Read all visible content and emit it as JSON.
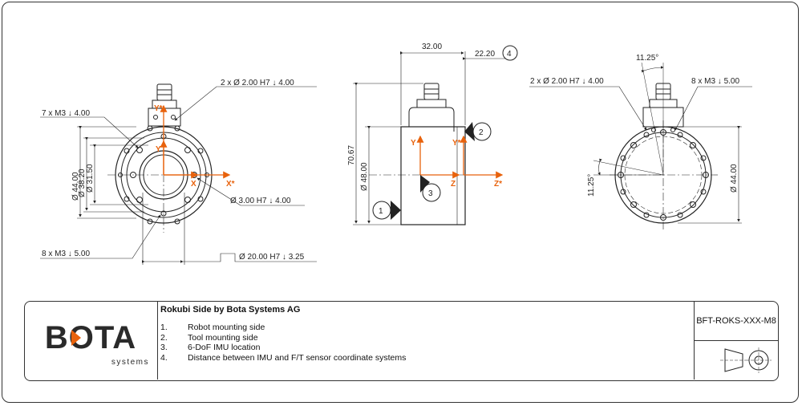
{
  "views": {
    "left": {
      "callouts": {
        "pin_top": "2 x Ø 2.00 H7 ↓ 4.00",
        "thread_left": "7 x M3 ↓ 4.00",
        "pin_right": "Ø 3.00 H7 ↓ 4.00",
        "thread_bottom": "8 x M3 ↓ 5.00",
        "bore": "Ø 20.00 H7 ↓ 3.25"
      },
      "dims": {
        "d44": "Ø 44.00",
        "d38": "Ø 38.20",
        "d31": "Ø 31.50"
      },
      "axes": {
        "y": "Y*",
        "x": "X*",
        "y2": "Y",
        "x2": "X"
      }
    },
    "middle": {
      "dims": {
        "width": "32.00",
        "offset": "22.20",
        "height": "70.67",
        "body": "Ø 48.00"
      },
      "axes": {
        "y": "Y",
        "z": "Z",
        "y2": "Y*",
        "z2": "Z*"
      },
      "balloons": [
        "1",
        "2",
        "3",
        "4"
      ]
    },
    "right": {
      "callouts": {
        "pin": "2 x Ø 2.00 H7 ↓ 4.00",
        "thread": "8 x M3 ↓ 5.00"
      },
      "dims": {
        "angle_top": "11.25°",
        "angle_left": "11.25°",
        "d44": "Ø 44.00"
      }
    }
  },
  "title_block": {
    "logo_text": "BOTA",
    "logo_sub": "systems",
    "title": "Rokubi Side by Bota Systems AG",
    "notes": [
      {
        "num": "1.",
        "text": "Robot mounting side"
      },
      {
        "num": "2.",
        "text": "Tool mounting side"
      },
      {
        "num": "3.",
        "text": "6-DoF IMU location"
      },
      {
        "num": "4.",
        "text": "Distance between IMU and F/T sensor coordinate systems"
      }
    ],
    "part_number": "BFT-ROKS-XXX-M8"
  },
  "colors": {
    "axis": "#e8620c",
    "line": "#222222",
    "logo_accent": "#e8620c"
  }
}
